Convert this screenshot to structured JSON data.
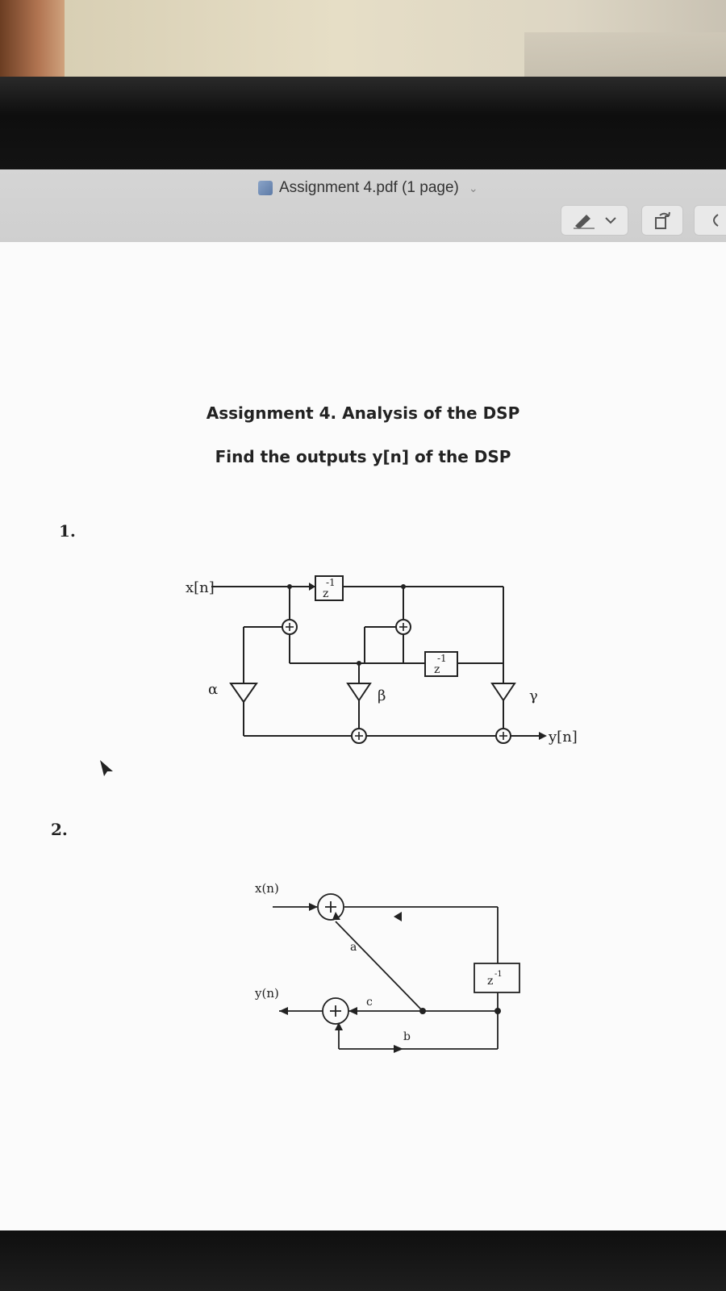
{
  "window": {
    "title": "Assignment 4.pdf (1 page)",
    "title_caret": "⌄",
    "toolbar": {
      "markup_icon": "pen-icon",
      "rotate_icon": "rotate-icon"
    }
  },
  "document": {
    "heading": "Assignment 4. Analysis of the DSP",
    "subheading": "Find the outputs y[n] of the DSP",
    "q1": {
      "number": "1.",
      "input_label": "x[n]",
      "delay1": "z",
      "delay1_exp": "-1",
      "delay2": "z",
      "delay2_exp": "-1",
      "alpha": "α",
      "beta": "β",
      "gamma": "γ",
      "output_label": "y[n]",
      "adder": "+"
    },
    "q2": {
      "number": "2.",
      "input_label": "x(n)",
      "output_label": "y(n)",
      "coef_a": "a",
      "coef_b": "b",
      "coef_c": "c",
      "delay": "z",
      "delay_exp": "-1",
      "adder": "+"
    }
  }
}
